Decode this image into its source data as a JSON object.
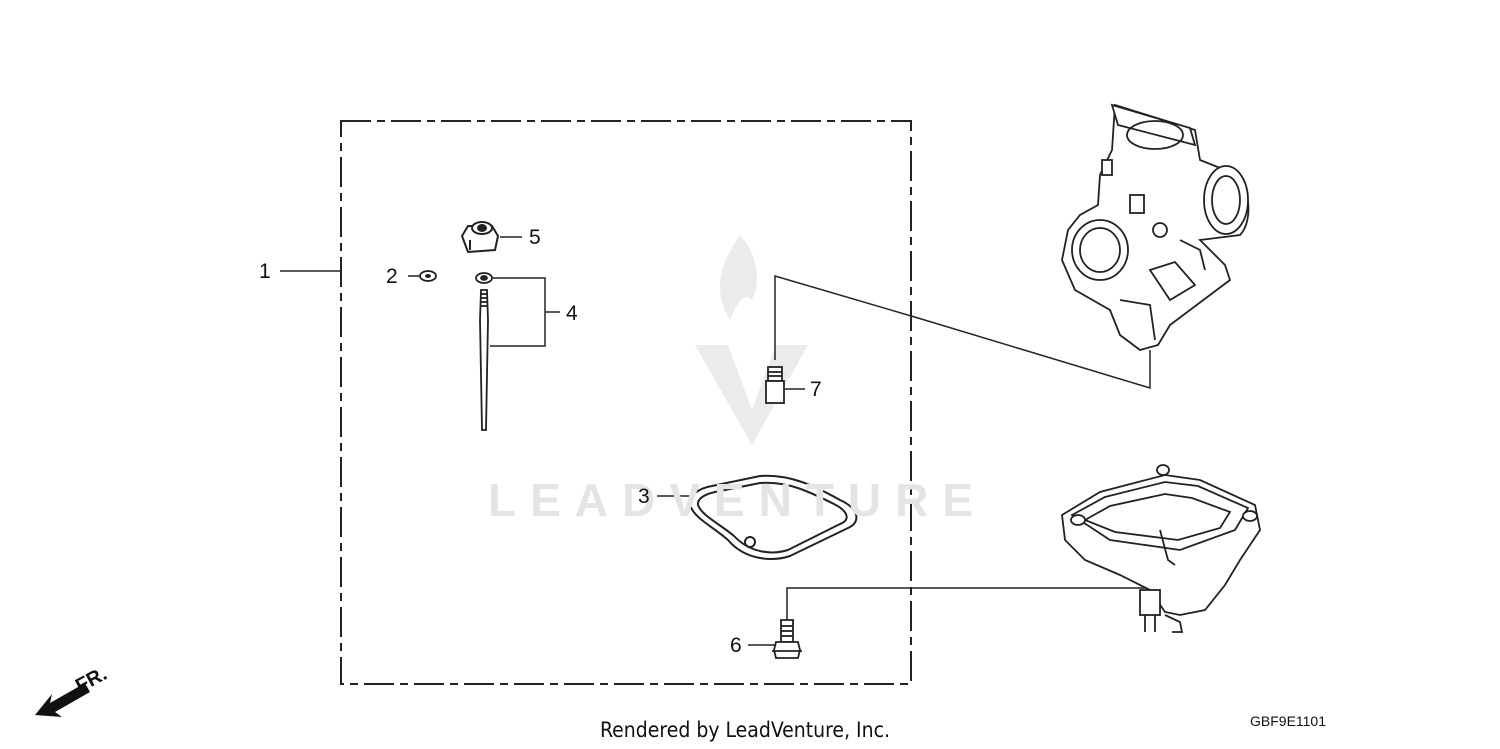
{
  "callouts": [
    "1",
    "2",
    "3",
    "4",
    "5",
    "6",
    "7"
  ],
  "direction_label": "FR.",
  "watermark": "LEADVENTURE",
  "footer": {
    "credit": "Rendered by LeadVenture, Inc.",
    "code": "GBF9E1101"
  }
}
